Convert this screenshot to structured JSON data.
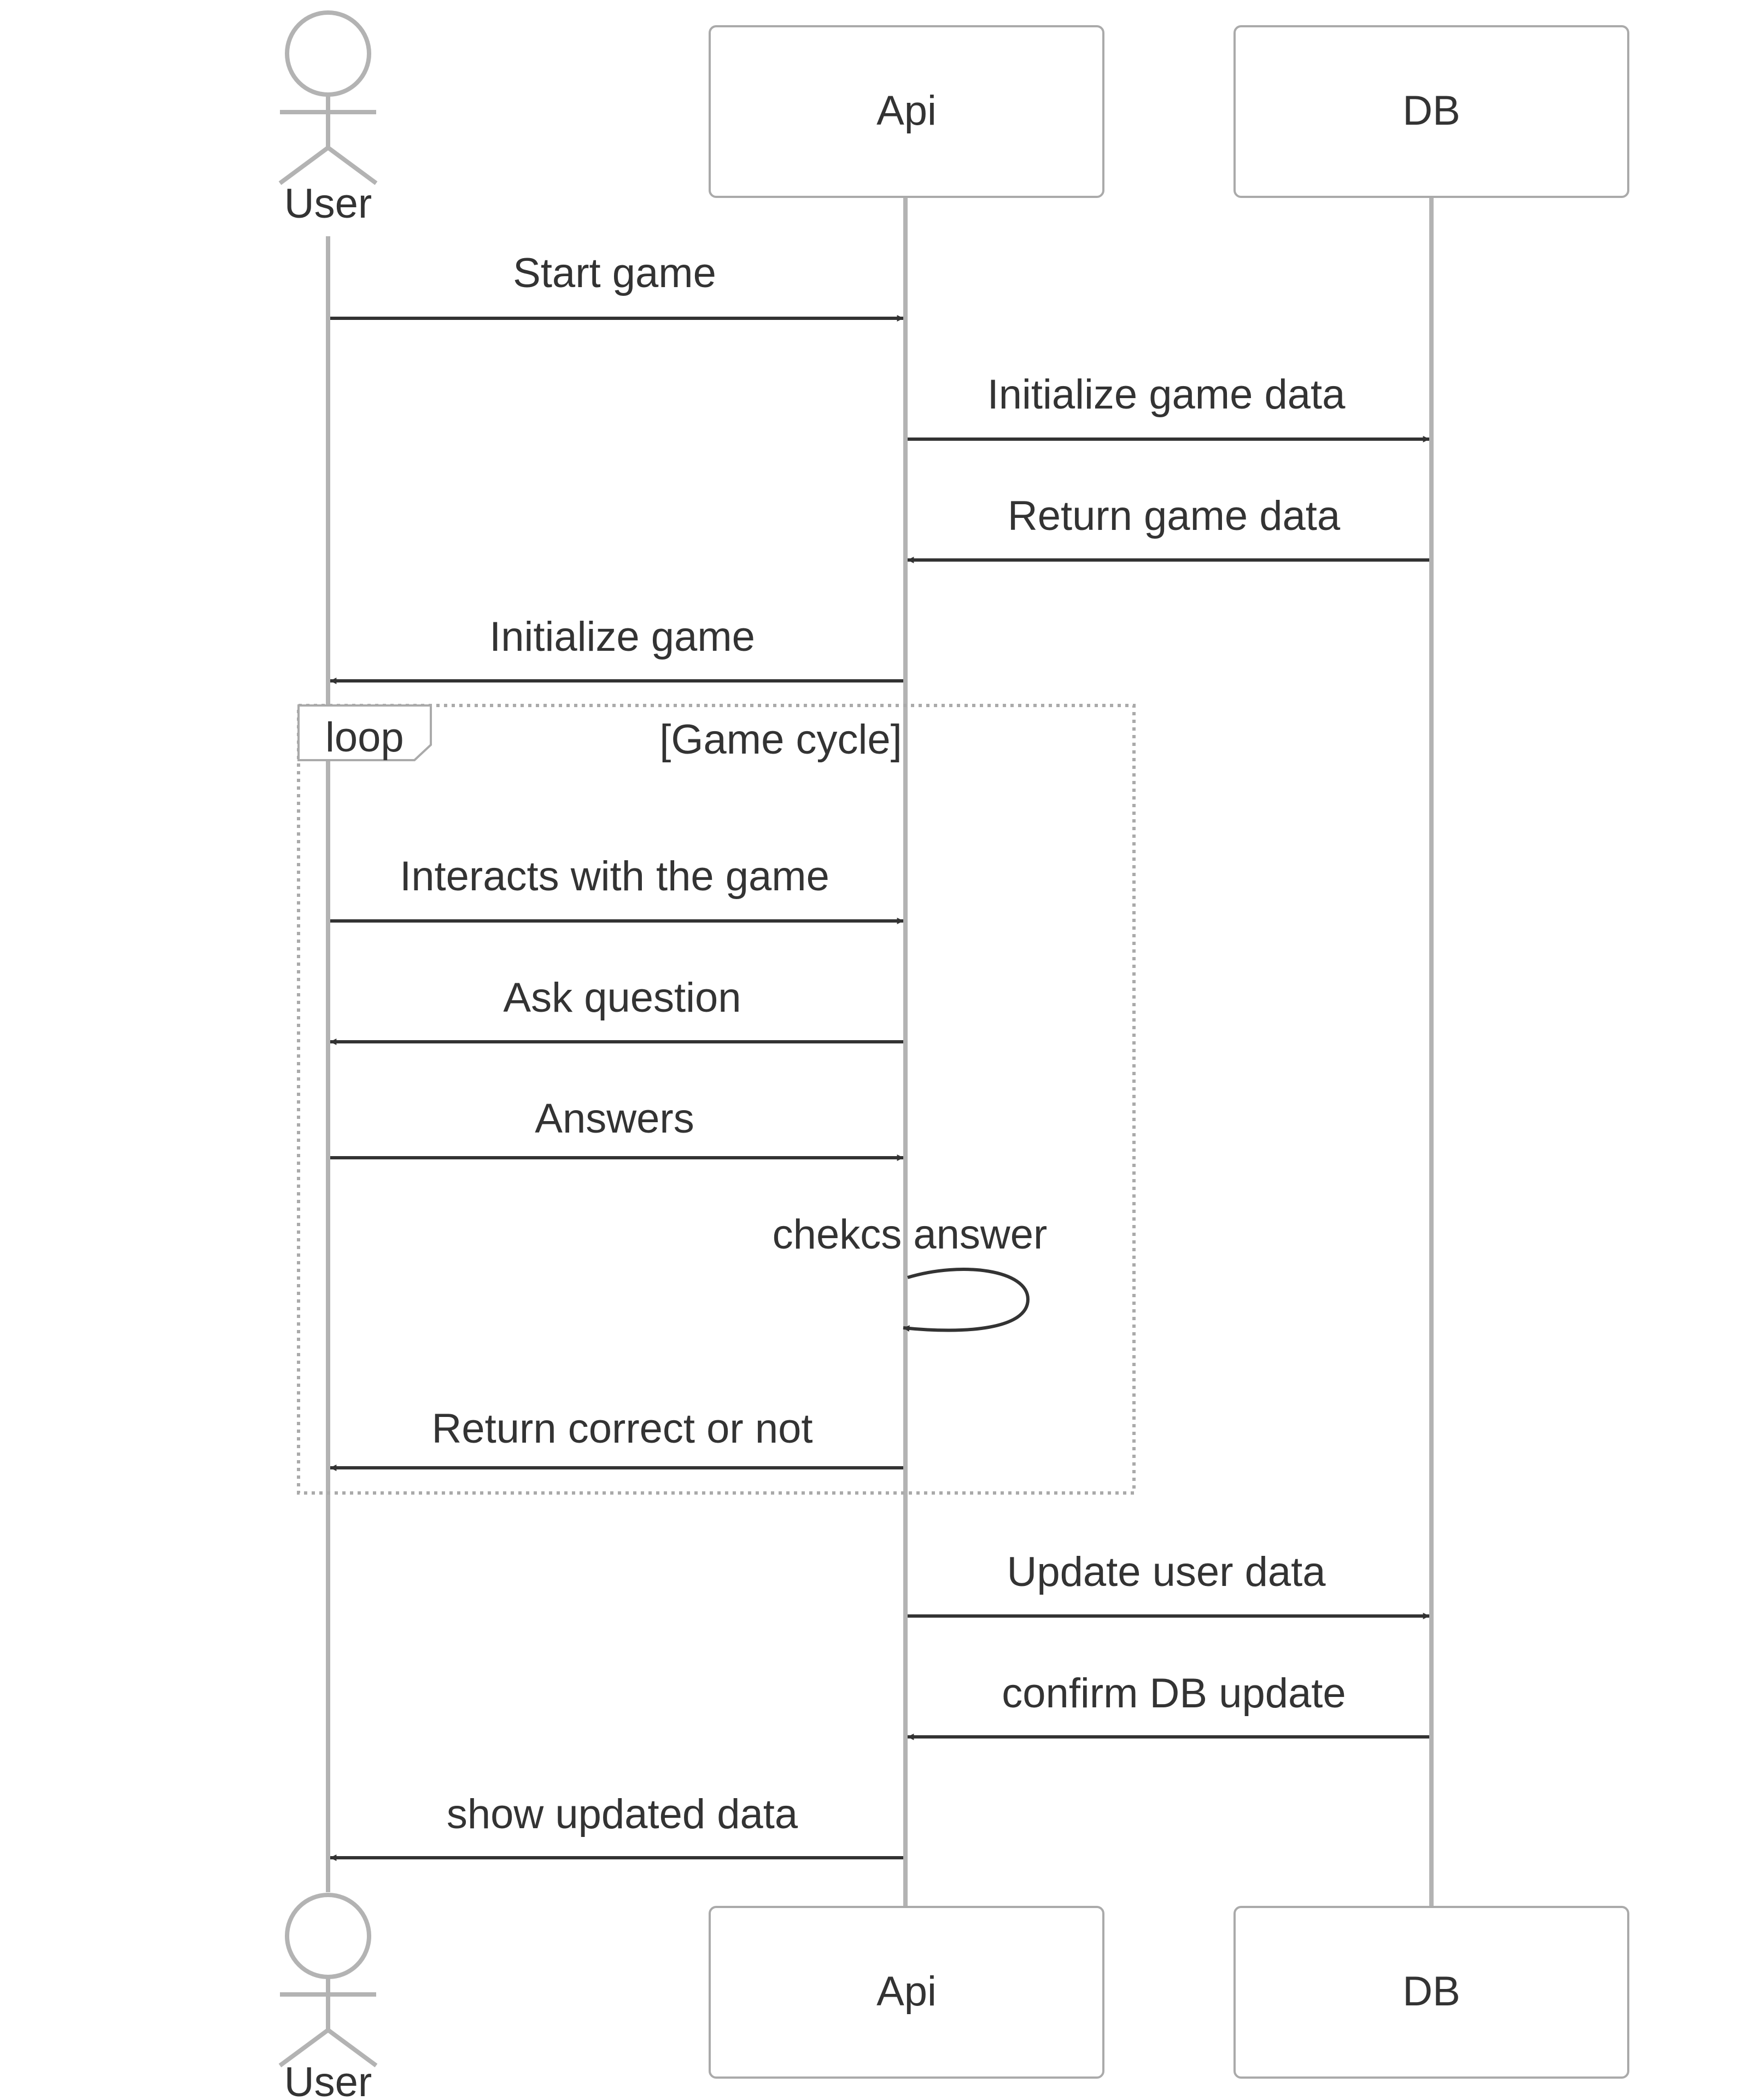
{
  "participants": {
    "user": {
      "label": "User"
    },
    "api": {
      "label": "Api"
    },
    "db": {
      "label": "DB"
    }
  },
  "messages": [
    {
      "from": "user",
      "to": "api",
      "label": "Start game"
    },
    {
      "from": "api",
      "to": "db",
      "label": "Initialize game data"
    },
    {
      "from": "db",
      "to": "api",
      "label": "Return game data"
    },
    {
      "from": "api",
      "to": "user",
      "label": "Initialize game"
    },
    {
      "from": "user",
      "to": "api",
      "label": "Interacts with the game"
    },
    {
      "from": "api",
      "to": "user",
      "label": "Ask question"
    },
    {
      "from": "user",
      "to": "api",
      "label": "Answers"
    },
    {
      "from": "api",
      "to": "api",
      "label": "chekcs answer"
    },
    {
      "from": "api",
      "to": "user",
      "label": "Return correct or not"
    },
    {
      "from": "api",
      "to": "db",
      "label": "Update user data"
    },
    {
      "from": "db",
      "to": "api",
      "label": "confirm DB update"
    },
    {
      "from": "api",
      "to": "user",
      "label": "show updated data"
    }
  ],
  "loop": {
    "keyword": "loop",
    "condition": "[Game cycle]"
  },
  "colors": {
    "lifeline": "#b3b3b3",
    "arrow": "#333333",
    "text": "#333333",
    "box_border": "#aaaaaa"
  }
}
